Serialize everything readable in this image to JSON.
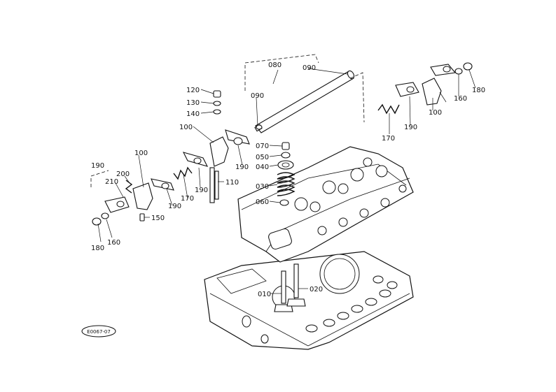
{
  "diagram": {
    "labels": {
      "p010": "010",
      "p020": "020",
      "p030": "030",
      "p040": "040",
      "p050": "050",
      "p060": "060",
      "p070": "070",
      "p080": "080",
      "p090a": "090",
      "p090b": "090",
      "p100a": "100",
      "p100b": "100",
      "p100c": "100",
      "p110": "110",
      "p120": "120",
      "p130": "130",
      "p140": "140",
      "p150": "150",
      "p160a": "160",
      "p160b": "160",
      "p170a": "170",
      "p170b": "170",
      "p180a": "180",
      "p180b": "180",
      "p190a": "190",
      "p190b": "190",
      "p190c": "190",
      "p190d": "190",
      "p190e": "190",
      "p200": "200",
      "p210": "210"
    },
    "reference_code": "E0067-07"
  }
}
